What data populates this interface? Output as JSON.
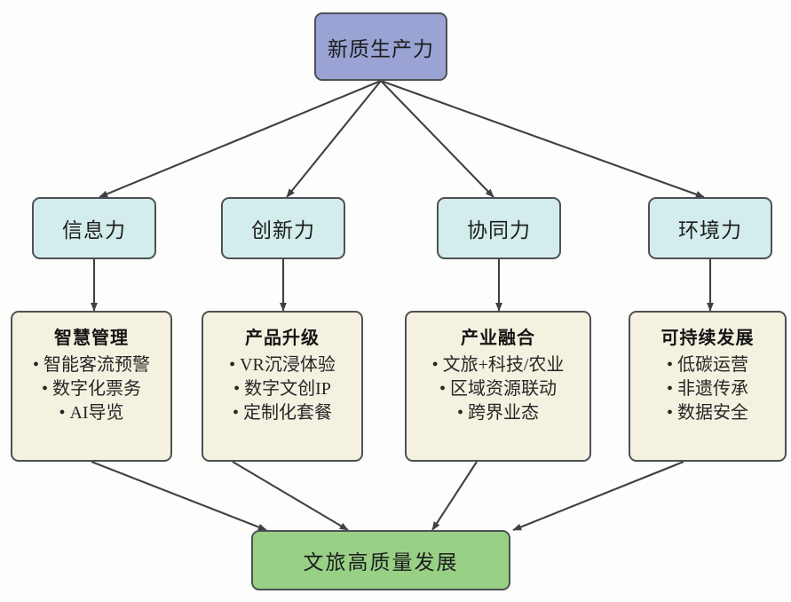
{
  "diagram": {
    "type": "flowchart",
    "title_node": {
      "label": "新质生产力",
      "color": "#9aa3d4"
    },
    "capabilities": [
      {
        "label": "信息力",
        "color": "#d3ecec"
      },
      {
        "label": "创新力",
        "color": "#d3ecec"
      },
      {
        "label": "协同力",
        "color": "#d3ecec"
      },
      {
        "label": "环境力",
        "color": "#d3ecec"
      }
    ],
    "details": [
      {
        "title": "智慧管理",
        "items": [
          "智能客流预警",
          "数字化票务",
          "AI导览"
        ],
        "color": "#f5f1e0"
      },
      {
        "title": "产品升级",
        "items": [
          "VR沉浸体验",
          "数字文创IP",
          "定制化套餐"
        ],
        "color": "#f5f1e0"
      },
      {
        "title": "产业融合",
        "items": [
          "文旅+科技/农业",
          "区域资源联动",
          "跨界业态"
        ],
        "color": "#f5f1e0"
      },
      {
        "title": "可持续发展",
        "items": [
          "低碳运营",
          "非遗传承",
          "数据安全"
        ],
        "color": "#f5f1e0"
      }
    ],
    "goal_node": {
      "label": "文旅高质量发展",
      "color": "#98d086"
    },
    "edge_color": "#3d4144"
  }
}
